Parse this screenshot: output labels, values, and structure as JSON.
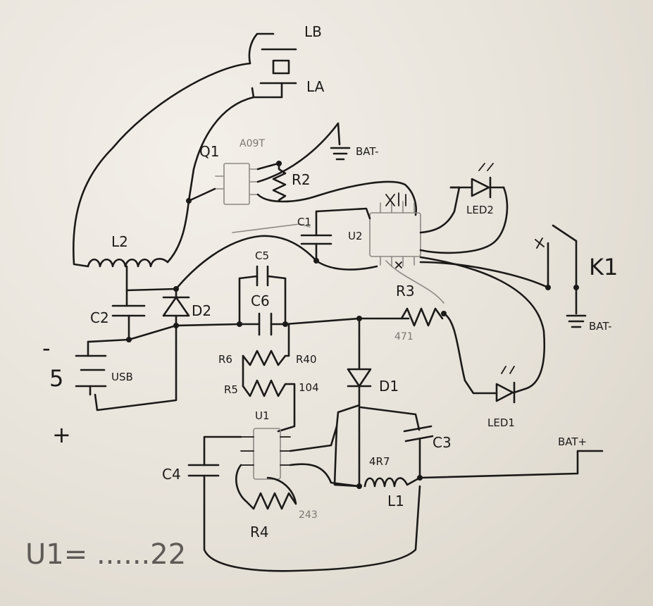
{
  "labels": {
    "lb": "LB",
    "la": "LA",
    "q1": "Q1",
    "q1_part": "A09T",
    "bat_minus_top": "BAT-",
    "r2": "R2",
    "led2": "LED2",
    "c1": "C1",
    "u2": "U2",
    "k1": "K1",
    "bat_minus_right": "BAT-",
    "l2": "L2",
    "c5": "C5",
    "c6": "C6",
    "d2": "D2",
    "c2": "C2",
    "r3": "R3",
    "r3_value": "471",
    "minus_sign": "-",
    "five": "5",
    "usb": "USB",
    "r6": "R6",
    "r6_value": "R40",
    "r5": "R5",
    "r5_value": "104",
    "d1": "D1",
    "led1": "LED1",
    "u1": "U1",
    "c3": "C3",
    "bat_plus": "BAT+",
    "c4": "C4",
    "l1_value": "4R7",
    "l1": "L1",
    "r4": "R4",
    "r4_value": "243",
    "plus_sign": "+",
    "note": "U1= ......22"
  }
}
